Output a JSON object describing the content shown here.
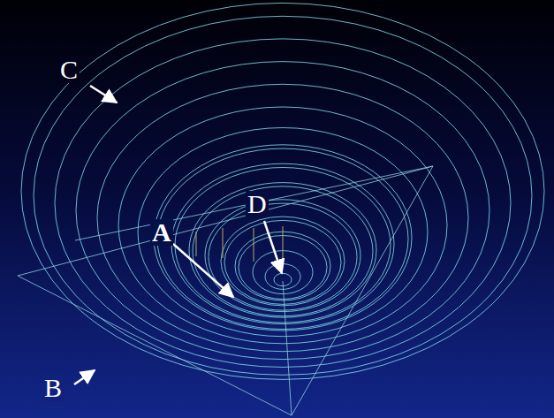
{
  "diagram": {
    "labels": [
      "C",
      "A",
      "D",
      "B"
    ]
  }
}
